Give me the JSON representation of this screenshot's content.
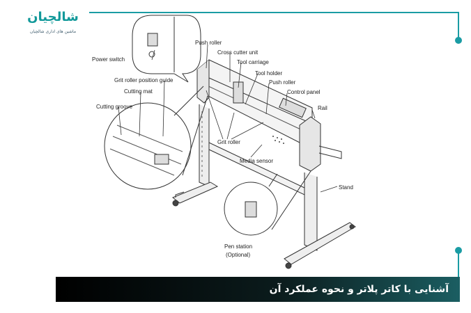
{
  "brand": {
    "name": "شالچیان",
    "tagline": "ماشین های اداری شالچیان",
    "accent_color": "#1a9ca4"
  },
  "title": "آشنایی با کاتر پلاتر و نحوه عملکرد آن",
  "labels": {
    "power_switch": "Power switch",
    "push_roller_top": "Push roller",
    "cross_cutter": "Cross cutter unit",
    "tool_carriage": "Tool carriage",
    "tool_holder": "Tool holder",
    "push_roller_right": "Push roller",
    "control_panel": "Control panel",
    "rail": "Rail",
    "grit_guide": "Grit roller position guide",
    "cutting_mat": "Cutting mat",
    "cutting_groove": "Cutting groove",
    "grit_roller": "Grit roller",
    "media_sensor": "Media sensor",
    "stand": "Stand",
    "pen_station_1": "Pen station",
    "pen_station_2": "(Optional)"
  }
}
